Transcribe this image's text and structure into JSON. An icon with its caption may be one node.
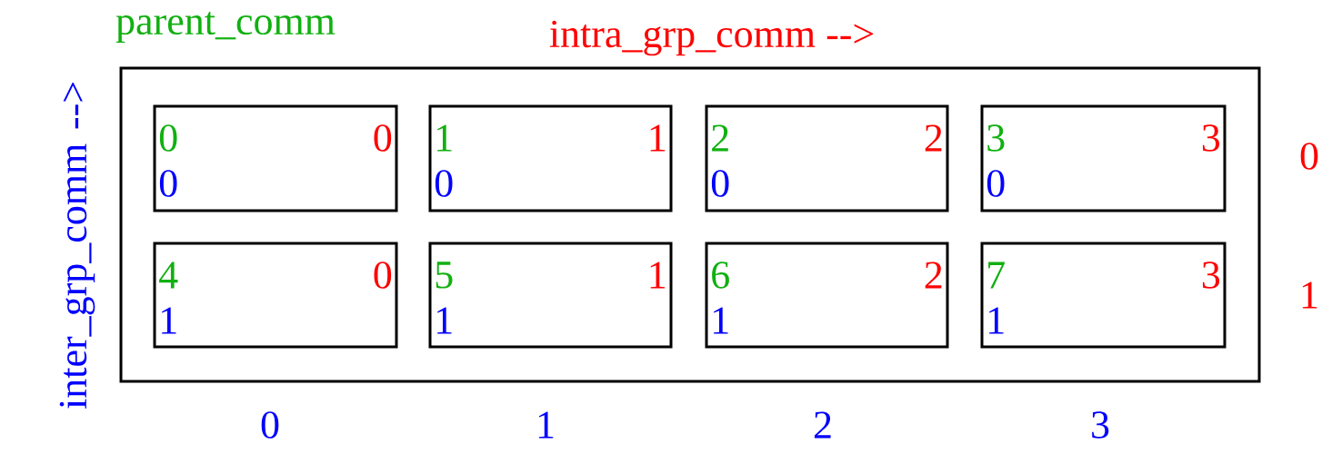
{
  "diagram": {
    "nodes": [
      {
        "text": [],
        "shape": "box"
      },
      {
        "text": [
          "0",
          "0",
          "0"
        ],
        "in": 0
      },
      {
        "text": [
          "1",
          "1",
          "0"
        ],
        "in": 0
      },
      {
        "text": [
          "2",
          "2",
          "0"
        ],
        "in": 0
      },
      {
        "text": [
          "3",
          "3",
          "0"
        ],
        "in": 0
      },
      {
        "text": [
          "4",
          "0",
          "1"
        ],
        "in": 0
      },
      {
        "text": [
          "5",
          "1",
          "1"
        ],
        "in": 0
      },
      {
        "text": [
          "6",
          "2",
          "1"
        ],
        "in": 0
      },
      {
        "text": [
          "7",
          "3",
          "1"
        ],
        "in": 0
      }
    ],
    "edges": [],
    "labels": [
      "parent_comm",
      "intra_grp_comm  -->",
      "inter_grp_comm -->",
      "0",
      "1",
      "0",
      "1",
      "2",
      "3"
    ]
  }
}
